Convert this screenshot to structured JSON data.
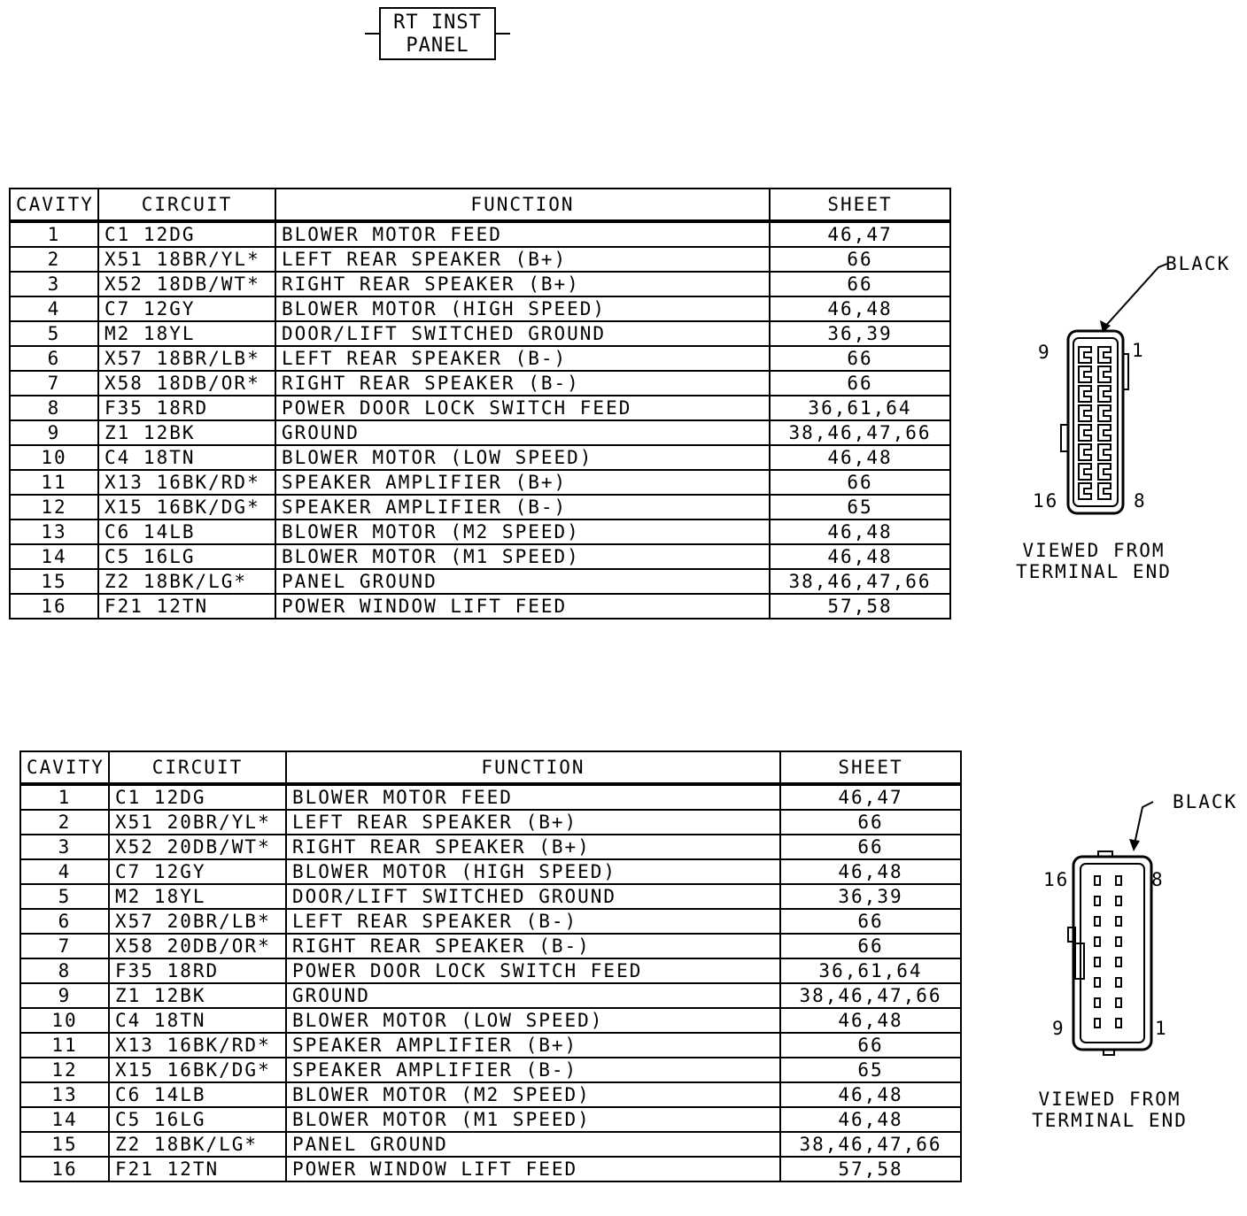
{
  "title": {
    "line1": "RT INST",
    "line2": "PANEL"
  },
  "columns": {
    "cavity": "CAVITY",
    "circuit": "CIRCUIT",
    "function": "FUNCTION",
    "sheet": "SHEET"
  },
  "tables": [
    {
      "rows": [
        {
          "cavity": "1",
          "circuit": "C1  12DG",
          "function": "BLOWER MOTOR FEED",
          "sheet": "46,47"
        },
        {
          "cavity": "2",
          "circuit": "X51  18BR/YL*",
          "function": "LEFT REAR SPEAKER (B+)",
          "sheet": "66"
        },
        {
          "cavity": "3",
          "circuit": "X52  18DB/WT*",
          "function": "RIGHT REAR SPEAKER (B+)",
          "sheet": "66"
        },
        {
          "cavity": "4",
          "circuit": "C7  12GY",
          "function": "BLOWER MOTOR (HIGH SPEED)",
          "sheet": "46,48"
        },
        {
          "cavity": "5",
          "circuit": "M2  18YL",
          "function": "DOOR/LIFT SWITCHED GROUND",
          "sheet": "36,39"
        },
        {
          "cavity": "6",
          "circuit": "X57  18BR/LB*",
          "function": "LEFT REAR SPEAKER (B-)",
          "sheet": "66"
        },
        {
          "cavity": "7",
          "circuit": "X58  18DB/OR*",
          "function": "RIGHT REAR SPEAKER (B-)",
          "sheet": "66"
        },
        {
          "cavity": "8",
          "circuit": "F35  18RD",
          "function": "POWER DOOR LOCK SWITCH FEED",
          "sheet": "36,61,64"
        },
        {
          "cavity": "9",
          "circuit": "Z1  12BK",
          "function": "GROUND",
          "sheet": "38,46,47,66"
        },
        {
          "cavity": "10",
          "circuit": "C4  18TN",
          "function": "BLOWER MOTOR (LOW SPEED)",
          "sheet": "46,48"
        },
        {
          "cavity": "11",
          "circuit": "X13  16BK/RD*",
          "function": "SPEAKER AMPLIFIER (B+)",
          "sheet": "66"
        },
        {
          "cavity": "12",
          "circuit": "X15  16BK/DG*",
          "function": "SPEAKER AMPLIFIER (B-)",
          "sheet": "65"
        },
        {
          "cavity": "13",
          "circuit": "C6  14LB",
          "function": "BLOWER MOTOR (M2 SPEED)",
          "sheet": "46,48"
        },
        {
          "cavity": "14",
          "circuit": "C5  16LG",
          "function": "BLOWER MOTOR (M1 SPEED)",
          "sheet": "46,48"
        },
        {
          "cavity": "15",
          "circuit": "Z2  18BK/LG*",
          "function": "PANEL GROUND",
          "sheet": "38,46,47,66"
        },
        {
          "cavity": "16",
          "circuit": "F21  12TN",
          "function": "POWER WINDOW LIFT FEED",
          "sheet": "57,58"
        }
      ]
    },
    {
      "rows": [
        {
          "cavity": "1",
          "circuit": "C1  12DG",
          "function": "BLOWER MOTOR FEED",
          "sheet": "46,47"
        },
        {
          "cavity": "2",
          "circuit": "X51  20BR/YL*",
          "function": "LEFT REAR SPEAKER (B+)",
          "sheet": "66"
        },
        {
          "cavity": "3",
          "circuit": "X52  20DB/WT*",
          "function": "RIGHT REAR SPEAKER (B+)",
          "sheet": "66"
        },
        {
          "cavity": "4",
          "circuit": "C7  12GY",
          "function": "BLOWER MOTOR (HIGH SPEED)",
          "sheet": "46,48"
        },
        {
          "cavity": "5",
          "circuit": "M2  18YL",
          "function": "DOOR/LIFT SWITCHED GROUND",
          "sheet": "36,39"
        },
        {
          "cavity": "6",
          "circuit": "X57  20BR/LB*",
          "function": "LEFT REAR SPEAKER (B-)",
          "sheet": "66"
        },
        {
          "cavity": "7",
          "circuit": "X58  20DB/OR*",
          "function": "RIGHT REAR SPEAKER (B-)",
          "sheet": "66"
        },
        {
          "cavity": "8",
          "circuit": "F35  18RD",
          "function": "POWER DOOR LOCK SWITCH FEED",
          "sheet": "36,61,64"
        },
        {
          "cavity": "9",
          "circuit": "Z1  12BK",
          "function": "GROUND",
          "sheet": "38,46,47,66"
        },
        {
          "cavity": "10",
          "circuit": "C4  18TN",
          "function": "BLOWER MOTOR (LOW SPEED)",
          "sheet": "46,48"
        },
        {
          "cavity": "11",
          "circuit": "X13  16BK/RD*",
          "function": "SPEAKER AMPLIFIER (B+)",
          "sheet": "66"
        },
        {
          "cavity": "12",
          "circuit": "X15  16BK/DG*",
          "function": "SPEAKER AMPLIFIER (B-)",
          "sheet": "65"
        },
        {
          "cavity": "13",
          "circuit": "C6  14LB",
          "function": "BLOWER MOTOR (M2 SPEED)",
          "sheet": "46,48"
        },
        {
          "cavity": "14",
          "circuit": "C5  16LG",
          "function": "BLOWER MOTOR (M1 SPEED)",
          "sheet": "46,48"
        },
        {
          "cavity": "15",
          "circuit": "Z2  18BK/LG*",
          "function": "PANEL GROUND",
          "sheet": "38,46,47,66"
        },
        {
          "cavity": "16",
          "circuit": "F21  12TN",
          "function": "POWER WINDOW LIFT FEED",
          "sheet": "57,58"
        }
      ]
    }
  ],
  "connectors": [
    {
      "color_label": "BLACK",
      "pin_labels": {
        "top_left": "9",
        "top_right": "1",
        "bottom_left": "16",
        "bottom_right": "8"
      },
      "view_note": {
        "line1": "VIEWED FROM",
        "line2": "TERMINAL END"
      }
    },
    {
      "color_label": "BLACK",
      "pin_labels": {
        "top_left": "16",
        "top_right": "8",
        "bottom_left": "9",
        "bottom_right": "1"
      },
      "view_note": {
        "line1": "VIEWED FROM",
        "line2": "TERMINAL END"
      }
    }
  ]
}
